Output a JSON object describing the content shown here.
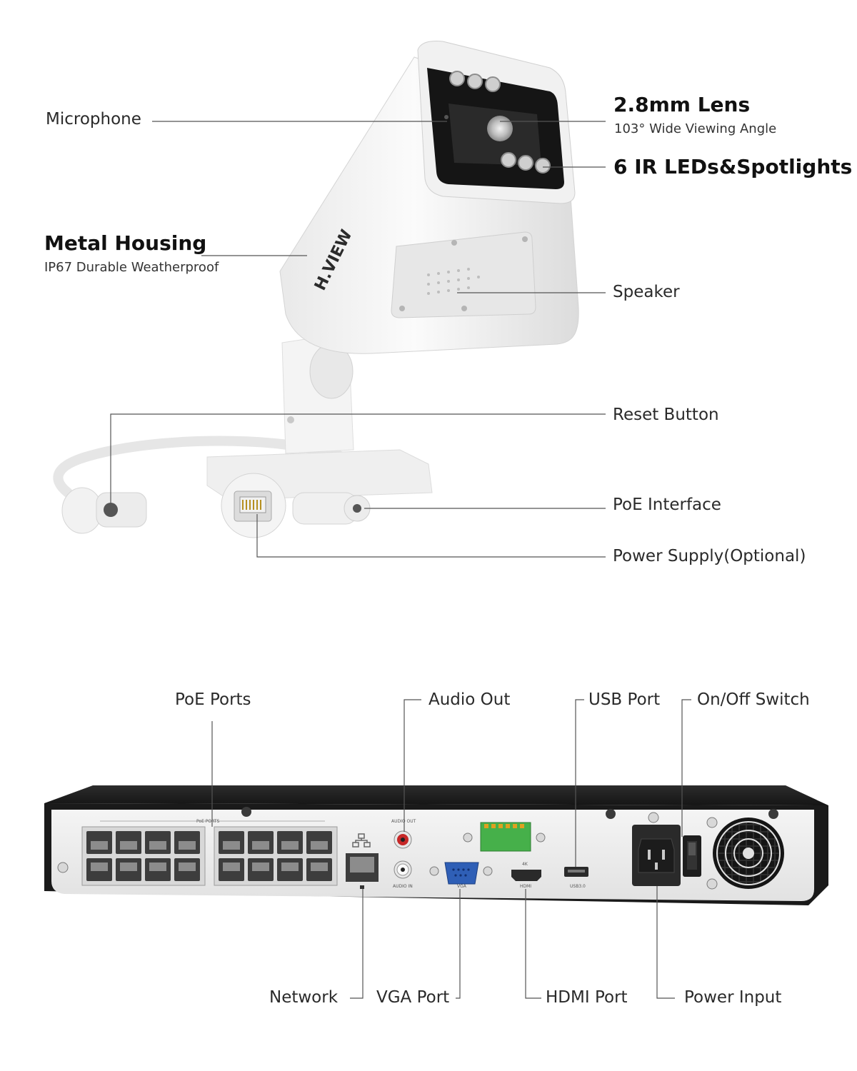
{
  "camera": {
    "brand": "H.VIEW",
    "callouts": {
      "microphone": "Microphone",
      "lens_title": "2.8mm Lens",
      "lens_sub": "103° Wide Viewing Angle",
      "ir_title": "6 IR LEDs&Spotlights",
      "housing_title": "Metal Housing",
      "housing_sub": "IP67 Durable Weatherproof",
      "speaker": "Speaker",
      "reset": "Reset Button",
      "poe": "PoE Interface",
      "power": "Power Supply(Optional)"
    }
  },
  "nvr": {
    "callouts": {
      "poe_ports": "PoE Ports",
      "audio_out": "Audio Out",
      "usb_port": "USB Port",
      "onoff": "On/Off Switch",
      "network": "Network",
      "vga_port": "VGA Port",
      "hdmi_port": "HDMI Port",
      "power_input": "Power Input"
    },
    "panel_labels": {
      "poe_ports": "PoE PORTS",
      "audio_out": "AUDIO OUT",
      "audio_in": "AUDIO IN",
      "vga": "VGA",
      "hdmi": "HDMI",
      "hdmi_4k": "4K",
      "usb": "USB3.0"
    }
  }
}
